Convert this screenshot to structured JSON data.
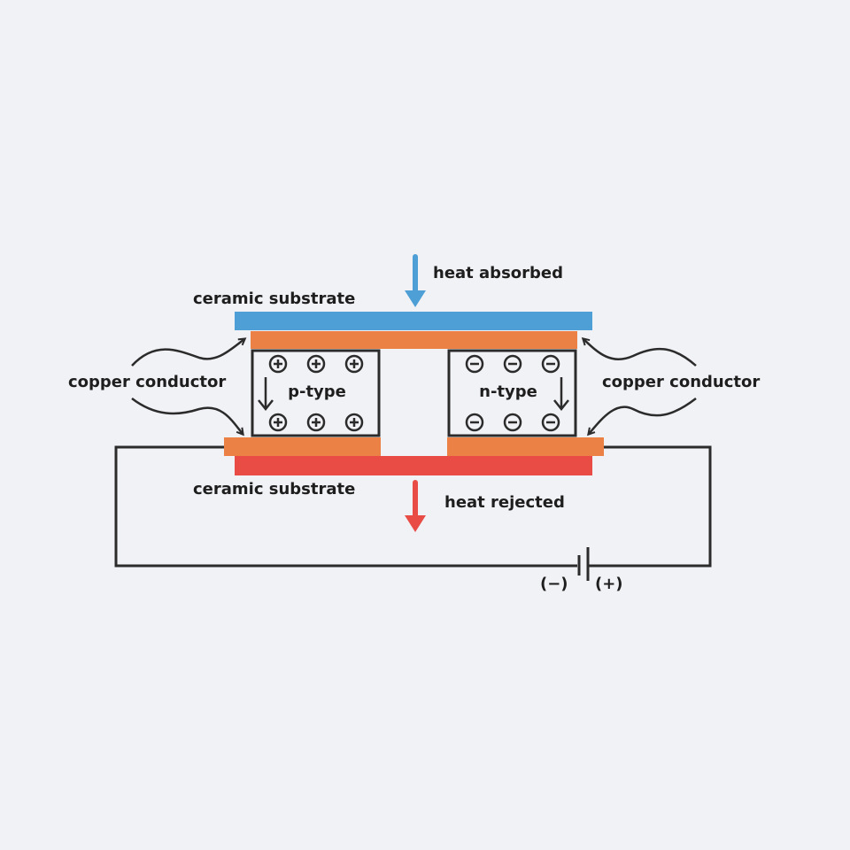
{
  "diagram": {
    "title": "Thermoelectric (Peltier) module",
    "labels": {
      "heat_absorbed": "heat absorbed",
      "heat_rejected": "heat rejected",
      "ceramic_top": "ceramic substrate",
      "ceramic_bottom": "ceramic substrate",
      "copper_left": "copper conductor",
      "copper_right": "copper conductor",
      "p_type": "p-type",
      "n_type": "n-type",
      "battery_negative": "(−)",
      "battery_positive": "(+)"
    },
    "carriers": {
      "p_type_symbol": "+",
      "n_type_symbol": "−",
      "per_row": 3,
      "rows": 2
    },
    "colors": {
      "background": "#f1f2f6",
      "cold_ceramic": "#4d9fd6",
      "hot_ceramic": "#e84c45",
      "copper": "#ec8145",
      "heat_absorbed_arrow": "#4d9fd6",
      "heat_rejected_arrow": "#e84c45",
      "wire": "#2b2b2b",
      "text": "#1e1e1e"
    }
  }
}
